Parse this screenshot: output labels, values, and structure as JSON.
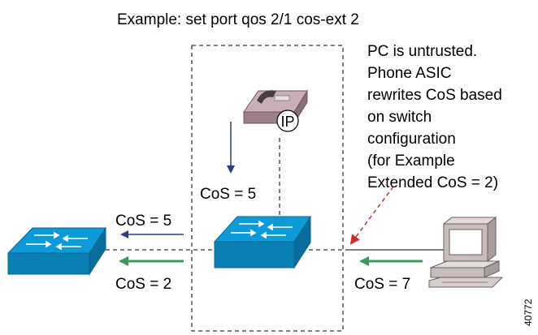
{
  "title": "Example: set port qos 2/1 cos-ext 2",
  "note": [
    "PC is untrusted.",
    "Phone ASIC",
    "rewrites CoS based",
    "on switch",
    "configuration",
    "(for Example",
    "Extended CoS = 2)"
  ],
  "labels": {
    "cos_phone": "CoS = 5",
    "cos_upper_left": "CoS = 5",
    "cos_lower_left": "CoS = 2",
    "cos_pc": "CoS = 7"
  },
  "phone_badge": "IP",
  "figure_id": "40772",
  "colors": {
    "switch_top": "#0d9ad8",
    "switch_side": "#0a7fb3",
    "phone": "#b89aa3",
    "arrow_blue": "#2a3a8c",
    "arrow_green": "#3a9a5b",
    "arrow_red": "#d42a2a",
    "pc": "#c8bdbd"
  }
}
